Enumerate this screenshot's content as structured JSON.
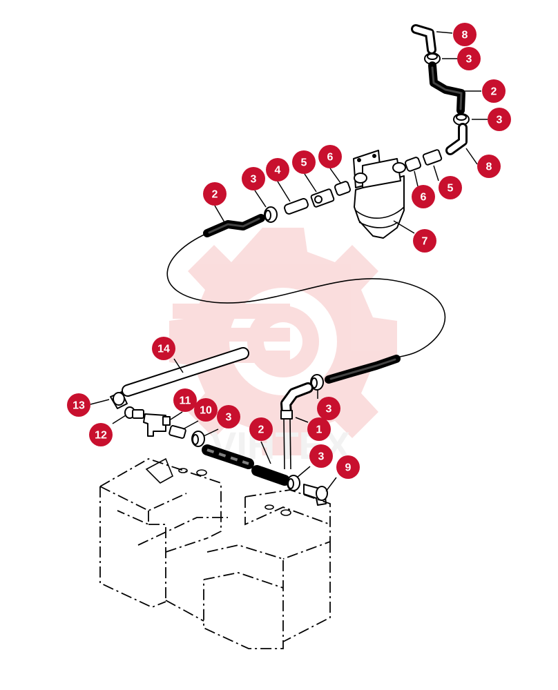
{
  "watermark": {
    "text": "VIHTEX",
    "color": "#f6c2c2"
  },
  "callout_color": "#c8102e",
  "callouts": [
    {
      "id": "c-8-top",
      "label": "8"
    },
    {
      "id": "c-3-top",
      "label": "3"
    },
    {
      "id": "c-2-top",
      "label": "2"
    },
    {
      "id": "c-3-right",
      "label": "3"
    },
    {
      "id": "c-8-right",
      "label": "8"
    },
    {
      "id": "c-6-left",
      "label": "6"
    },
    {
      "id": "c-5-left",
      "label": "5"
    },
    {
      "id": "c-4",
      "label": "4"
    },
    {
      "id": "c-3-mid",
      "label": "3"
    },
    {
      "id": "c-2-mid",
      "label": "2"
    },
    {
      "id": "c-6-right",
      "label": "6"
    },
    {
      "id": "c-5-right",
      "label": "5"
    },
    {
      "id": "c-7",
      "label": "7"
    },
    {
      "id": "c-14",
      "label": "14"
    },
    {
      "id": "c-13",
      "label": "13"
    },
    {
      "id": "c-11",
      "label": "11"
    },
    {
      "id": "c-10",
      "label": "10"
    },
    {
      "id": "c-3-low",
      "label": "3"
    },
    {
      "id": "c-12",
      "label": "12"
    },
    {
      "id": "c-2-low",
      "label": "2"
    },
    {
      "id": "c-1",
      "label": "1"
    },
    {
      "id": "c-3-lowmid",
      "label": "3"
    },
    {
      "id": "c-3-bottom",
      "label": "3"
    },
    {
      "id": "c-9",
      "label": "9"
    }
  ]
}
